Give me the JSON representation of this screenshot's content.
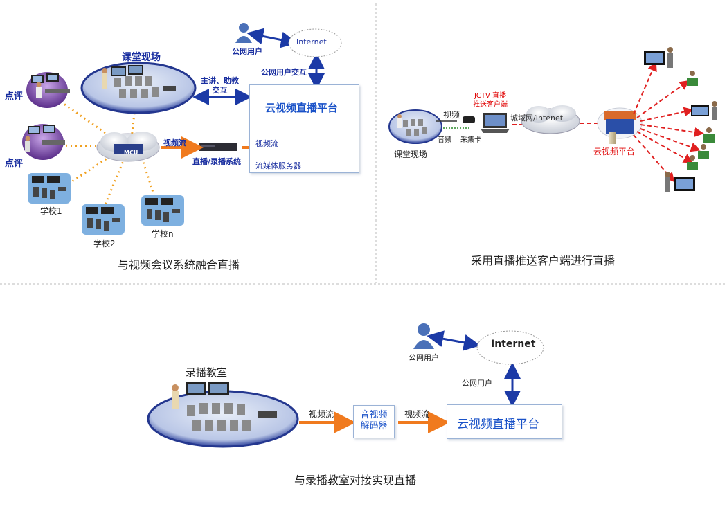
{
  "panel_top_left": {
    "caption": "与视频会议系统融合直播",
    "classroom_label": "课堂现场",
    "public_user": "公网用户",
    "internet": "Internet",
    "public_interaction": "公网用户交互",
    "lecture_interaction": "主讲、助教\n交互",
    "platform_title": "云视频直播平台",
    "mcu": "MCU",
    "video_stream_1": "视频流",
    "live_record_system": "直播/录播系统",
    "video_stream_2": "视频流",
    "streaming_server": "流媒体服务器",
    "comment_1": "点评",
    "comment_2": "点评",
    "school_1": "学校1",
    "school_2": "学校2",
    "school_n": "学校n"
  },
  "panel_top_right": {
    "caption": "采用直播推送客户端进行直播",
    "classroom_label": "课堂现场",
    "video": "视频",
    "audio": "音频",
    "capture_card": "采集卡",
    "client_label": "JCTV 直播\n推送客户端",
    "network": "城域网/Intenet",
    "platform": "云视频平台"
  },
  "panel_bottom": {
    "caption": "与录播教室对接实现直播",
    "classroom_label": "录播教室",
    "video_stream_1": "视频流",
    "decoder": "音视频\n解码器",
    "video_stream_2": "视频流",
    "platform_title": "云视频直播平台",
    "public_user_1": "公网用户",
    "public_user_2": "公网用户",
    "internet": "Internet"
  },
  "colors": {
    "arrow_blue": "#1c3aa6",
    "arrow_orange": "#f07a1e",
    "dotted_orange": "#f0a020",
    "dashed_red": "#e02020",
    "platform_title": "#1a52c8"
  }
}
